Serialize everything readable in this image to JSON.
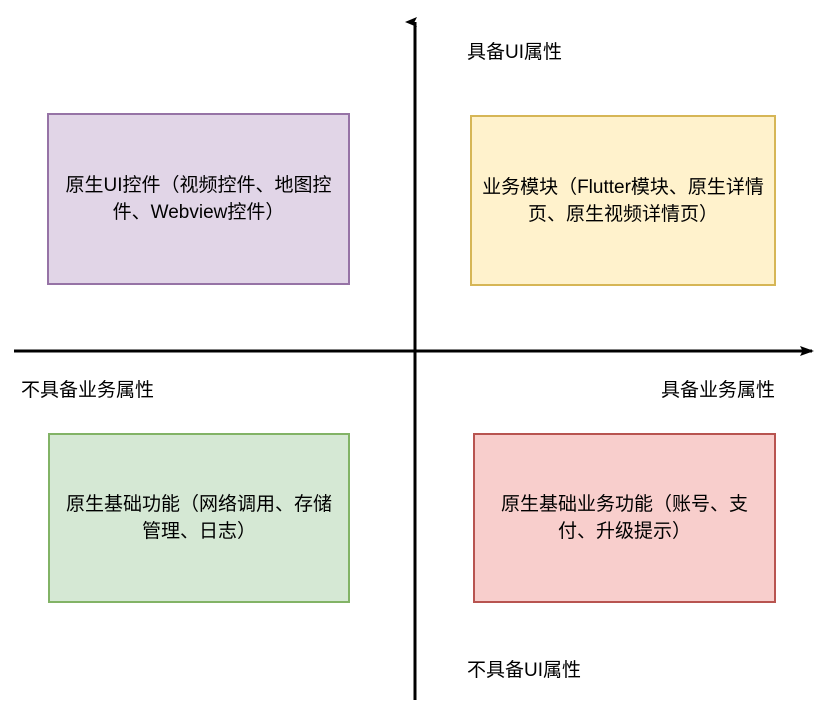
{
  "diagram": {
    "type": "quadrant-matrix",
    "background_color": "#ffffff",
    "axes": {
      "color": "#000000",
      "vertical": {
        "name": "UI属性",
        "positive_label": "具备UI属性",
        "negative_label": "不具备UI属性"
      },
      "horizontal": {
        "name": "业务属性",
        "positive_label": "具备业务属性",
        "negative_label": "不具备业务属性"
      }
    },
    "labels": {
      "top": "具备UI属性",
      "left": "不具备业务属性",
      "right": "具备业务属性",
      "bottom": "不具备UI属性"
    },
    "quadrants": [
      {
        "id": "native-ui",
        "position": "top-left",
        "text": "原生UI控件（视频控件、地图控件、Webview控件）",
        "fill_color": "#e1d5e7",
        "border_color": "#9673a6"
      },
      {
        "id": "business-module",
        "position": "top-right",
        "text": "业务模块（Flutter模块、原生详情页、原生视频详情页）",
        "fill_color": "#fff2cc",
        "border_color": "#d6b656"
      },
      {
        "id": "native-basic",
        "position": "bottom-left",
        "text": "原生基础功能（网络调用、存储管理、日志）",
        "fill_color": "#d5e8d4",
        "border_color": "#82b366"
      },
      {
        "id": "native-business",
        "position": "bottom-right",
        "text": "原生基础业务功能（账号、支付、升级提示）",
        "fill_color": "#f8cecc",
        "border_color": "#b85450"
      }
    ]
  }
}
